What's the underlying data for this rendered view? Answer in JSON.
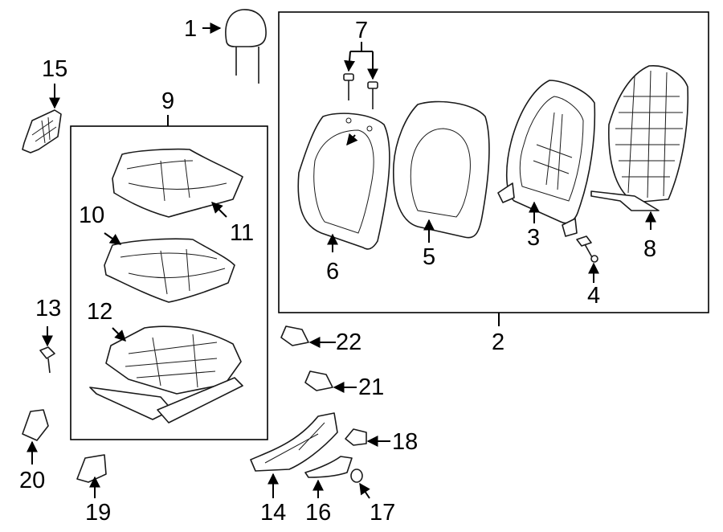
{
  "callouts": {
    "c1": "1",
    "c2": "2",
    "c3": "3",
    "c4": "4",
    "c5": "5",
    "c6": "6",
    "c7": "7",
    "c8": "8",
    "c9": "9",
    "c10": "10",
    "c11": "11",
    "c12": "12",
    "c13": "13",
    "c14": "14",
    "c15": "15",
    "c16": "16",
    "c17": "17",
    "c18": "18",
    "c19": "19",
    "c20": "20",
    "c21": "21",
    "c22": "22"
  },
  "colors": {
    "ink": "#000000",
    "background": "#ffffff"
  }
}
